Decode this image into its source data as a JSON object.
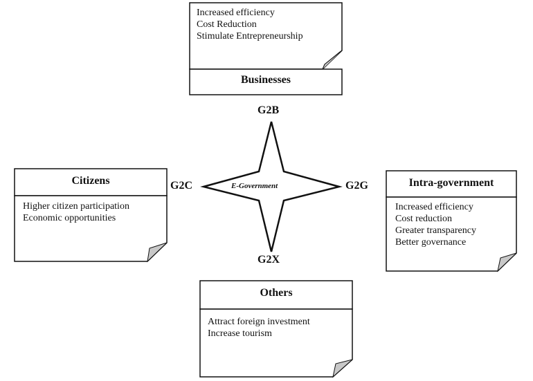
{
  "center": {
    "label": "E-Government"
  },
  "arms": {
    "top": "G2B",
    "bottom": "G2X",
    "left": "G2C",
    "right": "G2G"
  },
  "businesses": {
    "title": "Businesses",
    "items": [
      "Increased efficiency",
      "Cost Reduction",
      "Stimulate Entrepreneurship"
    ]
  },
  "citizens": {
    "title": "Citizens",
    "items": [
      "Higher citizen participation",
      "Economic opportunities"
    ]
  },
  "intra": {
    "title": "Intra-government",
    "items": [
      "Increased efficiency",
      "Cost reduction",
      "Greater transparency",
      "Better governance"
    ]
  },
  "others": {
    "title": "Others",
    "items": [
      "Attract foreign investment",
      "Increase tourism"
    ]
  }
}
